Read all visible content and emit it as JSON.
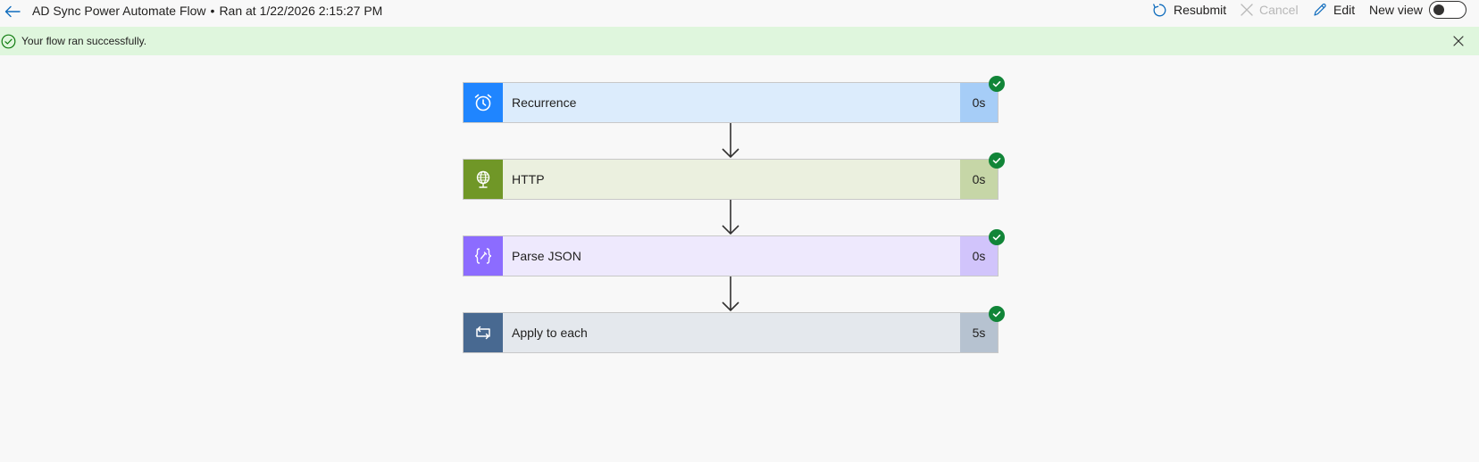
{
  "header": {
    "flow_name": "AD Sync Power Automate Flow",
    "separator": "•",
    "run_info": "Ran at 1/22/2026 2:15:27 PM",
    "back_icon": "arrow-left-icon"
  },
  "commands": {
    "resubmit": "Resubmit",
    "cancel": "Cancel",
    "edit": "Edit",
    "new_view": "New view",
    "new_view_toggle": "off"
  },
  "banner": {
    "message": "Your flow ran successfully.",
    "status": "success",
    "color": "#dff6dd"
  },
  "steps": [
    {
      "name": "Recurrence",
      "duration": "0s",
      "icon": "alarm-clock-icon",
      "status": "succeeded",
      "icon_bg": "#1f85ff",
      "bg": "#dcecfc",
      "duration_bg": "#a6cdf7"
    },
    {
      "name": "HTTP",
      "duration": "0s",
      "icon": "globe-icon",
      "status": "succeeded",
      "icon_bg": "#709727",
      "bg": "#ebf0df",
      "duration_bg": "#c6d6a7"
    },
    {
      "name": "Parse JSON",
      "duration": "0s",
      "icon": "curly-braces-icon",
      "status": "succeeded",
      "icon_bg": "#8c6cff",
      "bg": "#eee9fd",
      "duration_bg": "#d1c4fb"
    },
    {
      "name": "Apply to each",
      "duration": "5s",
      "icon": "loop-icon",
      "status": "succeeded",
      "icon_bg": "#486991",
      "bg": "#e4e8ed",
      "duration_bg": "#b6c2d0"
    }
  ]
}
